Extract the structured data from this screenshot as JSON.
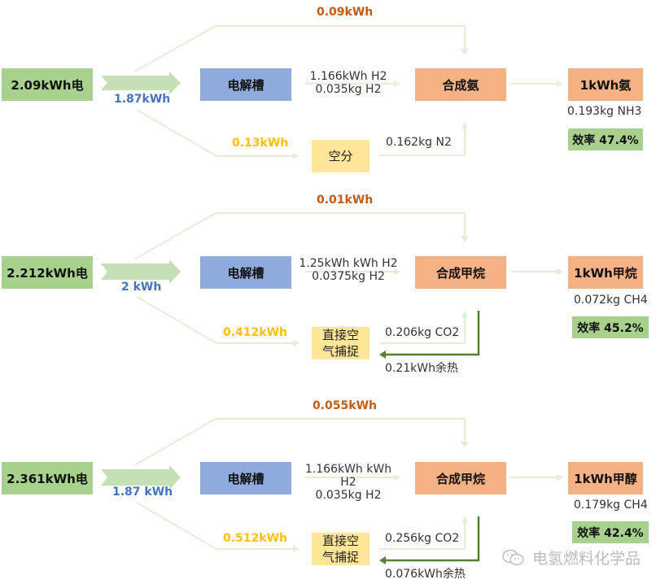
{
  "colors": {
    "input": "#a9d18e",
    "electrolyzer": "#8faadc",
    "synthesis": "#f4b183",
    "auxiliary": "#ffe699",
    "efficiency": "#a9d18e",
    "top_energy_text": "#c55a11",
    "main_energy_text": "#4472c4",
    "aux_energy_text": "#ffc000",
    "heat_arrow": "#548235",
    "flow_line": "#e2f0d9"
  },
  "flows": [
    {
      "input": "2.09kWh电",
      "main_energy": "1.87kWh",
      "top_energy": "0.09kWh",
      "aux_energy": "0.13kWh",
      "electrolyzer": "电解槽",
      "h2_lines": [
        "1.166kWh H2",
        "0.035kg H2"
      ],
      "auxiliary": [
        "空分"
      ],
      "aux_output": "0.162kg N2",
      "synthesis": "合成氨",
      "product": "1kWh氨",
      "product_mass": "0.193kg NH3",
      "efficiency": "效率 47.4%",
      "waste_heat": null
    },
    {
      "input": "2.212kWh电",
      "main_energy": "2 kWh",
      "top_energy": "0.01kWh",
      "aux_energy": "0.412kWh",
      "electrolyzer": "电解槽",
      "h2_lines": [
        "1.25kWh kWh H2",
        "0.0375kg H2"
      ],
      "auxiliary": [
        "直接空",
        "气捕捉"
      ],
      "aux_output": "0.206kg CO2",
      "synthesis": "合成甲烷",
      "product": "1kWh甲烷",
      "product_mass": "0.072kg CH4",
      "efficiency": "效率 45.2%",
      "waste_heat": "0.21kWh余热"
    },
    {
      "input": "2.361kWh电",
      "main_energy": "1.87 kWh",
      "top_energy": "0.055kWh",
      "aux_energy": "0.512kWh",
      "electrolyzer": "电解槽",
      "h2_lines": [
        "1.166kWh kWh",
        "H2",
        "0.035kg H2"
      ],
      "auxiliary": [
        "直接空",
        "气捕捉"
      ],
      "aux_output": "0.256kg CO2",
      "synthesis": "合成甲烷",
      "product": "1kWh甲醇",
      "product_mass": "0.179kg CH4",
      "efficiency": "效率 42.4%",
      "waste_heat": "0.076kWh余热"
    }
  ],
  "watermark": {
    "icon": "wechat-icon",
    "text": "电氢燃料化学品"
  }
}
